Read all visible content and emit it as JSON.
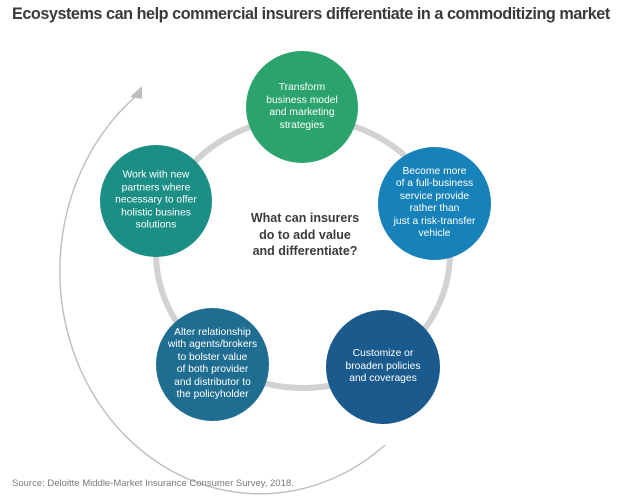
{
  "header": {
    "title": "Ecosystems can help commercial insurers differentiate in a commoditizing market"
  },
  "diagram": {
    "center_lines": [
      "What can insurers",
      "do to add value",
      "and differentiate?"
    ],
    "nodes": [
      {
        "id": "transform",
        "color": "#2aa36d",
        "lines": [
          "Transform",
          "business model",
          "and marketing",
          "strategies"
        ]
      },
      {
        "id": "full-business",
        "color": "#1682b9",
        "lines": [
          "Become more",
          "of a full-business",
          "service provide",
          "rather than",
          "just a risk-transfer",
          "vehicle"
        ]
      },
      {
        "id": "customize",
        "color": "#1b5a8c",
        "lines": [
          "Customize or",
          "broaden policies",
          "and coverages"
        ]
      },
      {
        "id": "alter-relationship",
        "color": "#1f6d91",
        "lines": [
          "Alter relationship",
          "with agents/brokers",
          "to bolster value",
          "of both provider",
          "and distributor to",
          "the policyholder"
        ]
      },
      {
        "id": "new-partners",
        "color": "#1b8f85",
        "lines": [
          "Work with new",
          "partners where",
          "necessary to offer",
          "holistic busines",
          "solutions"
        ]
      }
    ],
    "ring_color": "#d2d2d2",
    "outer_arc_color": "#bdbdbd"
  },
  "footer": {
    "source": "Source: Deloitte Middle-Market Insurance Consumer Survey, 2018."
  }
}
